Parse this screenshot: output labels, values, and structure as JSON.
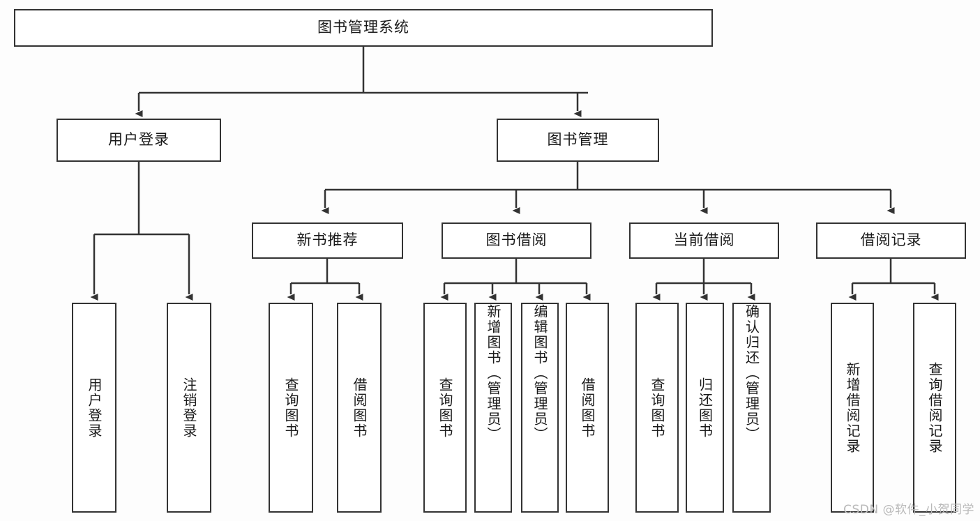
{
  "diagram": {
    "type": "tree-hierarchy",
    "title": "图书管理系统",
    "watermark": "CSDN @软件_小贺同学",
    "colors": {
      "border": "#333333",
      "fill": "#ffffff",
      "background": "#fdfdfd",
      "text": "#1a1a1a",
      "watermark": "#b9b9b9"
    },
    "root": {
      "label": "图书管理系统"
    },
    "level2": [
      {
        "label": "用户登录"
      },
      {
        "label": "图书管理"
      }
    ],
    "level3": [
      {
        "label": "新书推荐"
      },
      {
        "label": "图书借阅"
      },
      {
        "label": "当前借阅"
      },
      {
        "label": "借阅记录"
      }
    ],
    "leaves": {
      "user_login": [
        {
          "label": "用户登录"
        },
        {
          "label": "注销登录"
        }
      ],
      "new_book": [
        {
          "label": "查询图书"
        },
        {
          "label": "借阅图书"
        }
      ],
      "borrow": [
        {
          "label": "查询图书"
        },
        {
          "label": "新增图书（管理员）"
        },
        {
          "label": "编辑图书（管理员）"
        },
        {
          "label": "借阅图书"
        }
      ],
      "current": [
        {
          "label": "查询图书"
        },
        {
          "label": "归还图书"
        },
        {
          "label": "确认归还（管理员）"
        }
      ],
      "records": [
        {
          "label": "新增借阅记录"
        },
        {
          "label": "查询借阅记录"
        }
      ]
    }
  }
}
